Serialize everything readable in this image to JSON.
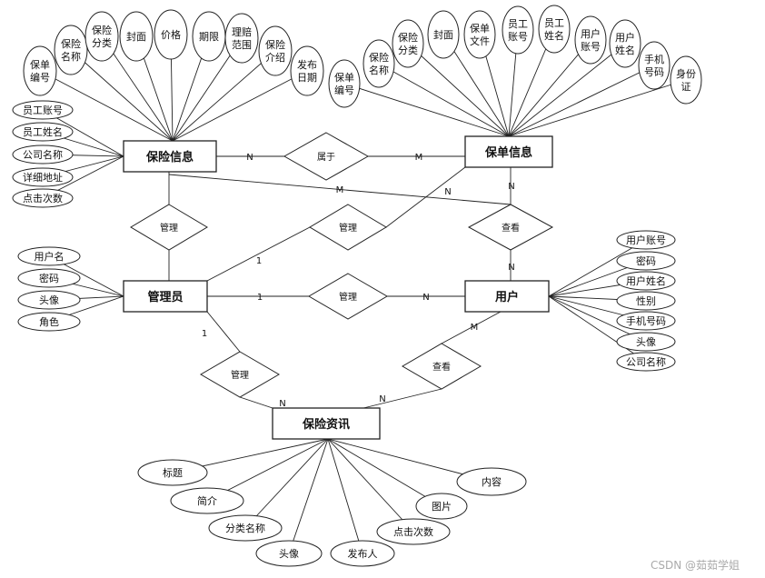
{
  "entities": [
    {
      "id": "insurance",
      "label": "保险信息"
    },
    {
      "id": "policy",
      "label": "保单信息"
    },
    {
      "id": "admin",
      "label": "管理员"
    },
    {
      "id": "user",
      "label": "用户"
    },
    {
      "id": "news",
      "label": "保险资讯"
    }
  ],
  "relationships": [
    {
      "id": "belongs",
      "label": "属于"
    },
    {
      "id": "manage_ins",
      "label": "管理"
    },
    {
      "id": "manage_pol",
      "label": "管理"
    },
    {
      "id": "view_pol",
      "label": "查看"
    },
    {
      "id": "manage_user",
      "label": "管理"
    },
    {
      "id": "manage_news",
      "label": "管理"
    },
    {
      "id": "view_news",
      "label": "查看"
    }
  ],
  "attributes": {
    "insurance_top": [
      "保单编号",
      "保险名称",
      "保险分类",
      "封面",
      "价格",
      "期限",
      "理赔范围",
      "保险介绍",
      "发布日期"
    ],
    "insurance_left": [
      "员工账号",
      "员工姓名",
      "公司名称",
      "详细地址",
      "点击次数"
    ],
    "policy_top": [
      "保单编号",
      "保险名称",
      "保险分类",
      "封面",
      "保单文件",
      "员工账号",
      "员工姓名",
      "用户账号",
      "用户姓名",
      "手机号码",
      "身份证"
    ],
    "admin_left": [
      "用户名",
      "密码",
      "头像",
      "角色"
    ],
    "user_right": [
      "用户账号",
      "密码",
      "用户姓名",
      "性别",
      "手机号码",
      "头像",
      "公司名称"
    ],
    "news_bottom": [
      "标题",
      "简介",
      "分类名称",
      "头像",
      "发布人",
      "点击次数",
      "图片",
      "内容"
    ]
  },
  "cardinalities": {
    "ins_belongs": "N",
    "belongs_pol": "M",
    "ins_to_view": "M",
    "pol_to_manage": "N",
    "pol_to_view": "N",
    "view_to_user": "N",
    "admin_manage_pol": "1",
    "admin_manage_user": "1",
    "manage_user_user": "N",
    "admin_manage_news": "1",
    "manage_news_news": "N",
    "user_view_news": "M",
    "view_news_news": "N"
  },
  "watermark": "CSDN @茹茹学姐"
}
